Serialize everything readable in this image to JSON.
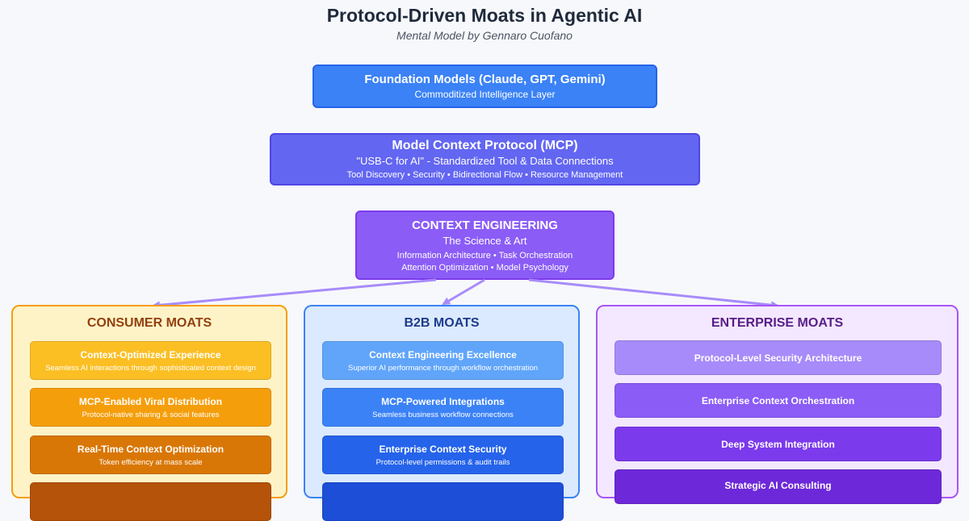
{
  "header": {
    "title": "Protocol-Driven Moats in Agentic AI",
    "subtitle": "Mental Model by Gennaro Cuofano"
  },
  "foundation": {
    "title": "Foundation Models (Claude, GPT, Gemini)",
    "subtitle": "Commoditized Intelligence Layer"
  },
  "mcp": {
    "title": "Model Context Protocol (MCP)",
    "subtitle": "\"USB-C for AI\" - Standardized Tool & Data Connections",
    "features": "Tool Discovery • Security • Bidirectional Flow • Resource Management"
  },
  "context": {
    "title": "CONTEXT ENGINEERING",
    "subtitle": "The Science & Art",
    "line1": "Information Architecture • Task Orchestration",
    "line2": "Attention Optimization • Model Psychology"
  },
  "colors": {
    "arrow": "#a78bfa",
    "consumer_items": [
      "#fbbf24",
      "#f59e0b",
      "#d97706",
      "#b45309"
    ],
    "b2b_items": [
      "#60a5fa",
      "#3b82f6",
      "#2563eb",
      "#1d4ed8"
    ],
    "enterprise_items": [
      "#a78bfa",
      "#8b5cf6",
      "#7c3aed",
      "#6d28d9"
    ]
  },
  "consumer": {
    "title": "CONSUMER MOATS",
    "items": [
      {
        "title": "Context-Optimized Experience",
        "subtitle": "Seamless AI interactions through sophisticated context design"
      },
      {
        "title": "MCP-Enabled Viral Distribution",
        "subtitle": "Protocol-native sharing & social features"
      },
      {
        "title": "Real-Time Context Optimization",
        "subtitle": "Token efficiency at mass scale"
      }
    ]
  },
  "b2b": {
    "title": "B2B MOATS",
    "items": [
      {
        "title": "Context Engineering Excellence",
        "subtitle": "Superior AI performance through workflow orchestration"
      },
      {
        "title": "MCP-Powered Integrations",
        "subtitle": "Seamless business workflow connections"
      },
      {
        "title": "Enterprise Context Security",
        "subtitle": "Protocol-level permissions & audit trails"
      }
    ]
  },
  "enterprise": {
    "title": "ENTERPRISE MOATS",
    "items": [
      {
        "title": "Protocol-Level Security Architecture"
      },
      {
        "title": "Enterprise Context Orchestration"
      },
      {
        "title": "Deep System Integration"
      },
      {
        "title": "Strategic AI Consulting"
      }
    ]
  }
}
